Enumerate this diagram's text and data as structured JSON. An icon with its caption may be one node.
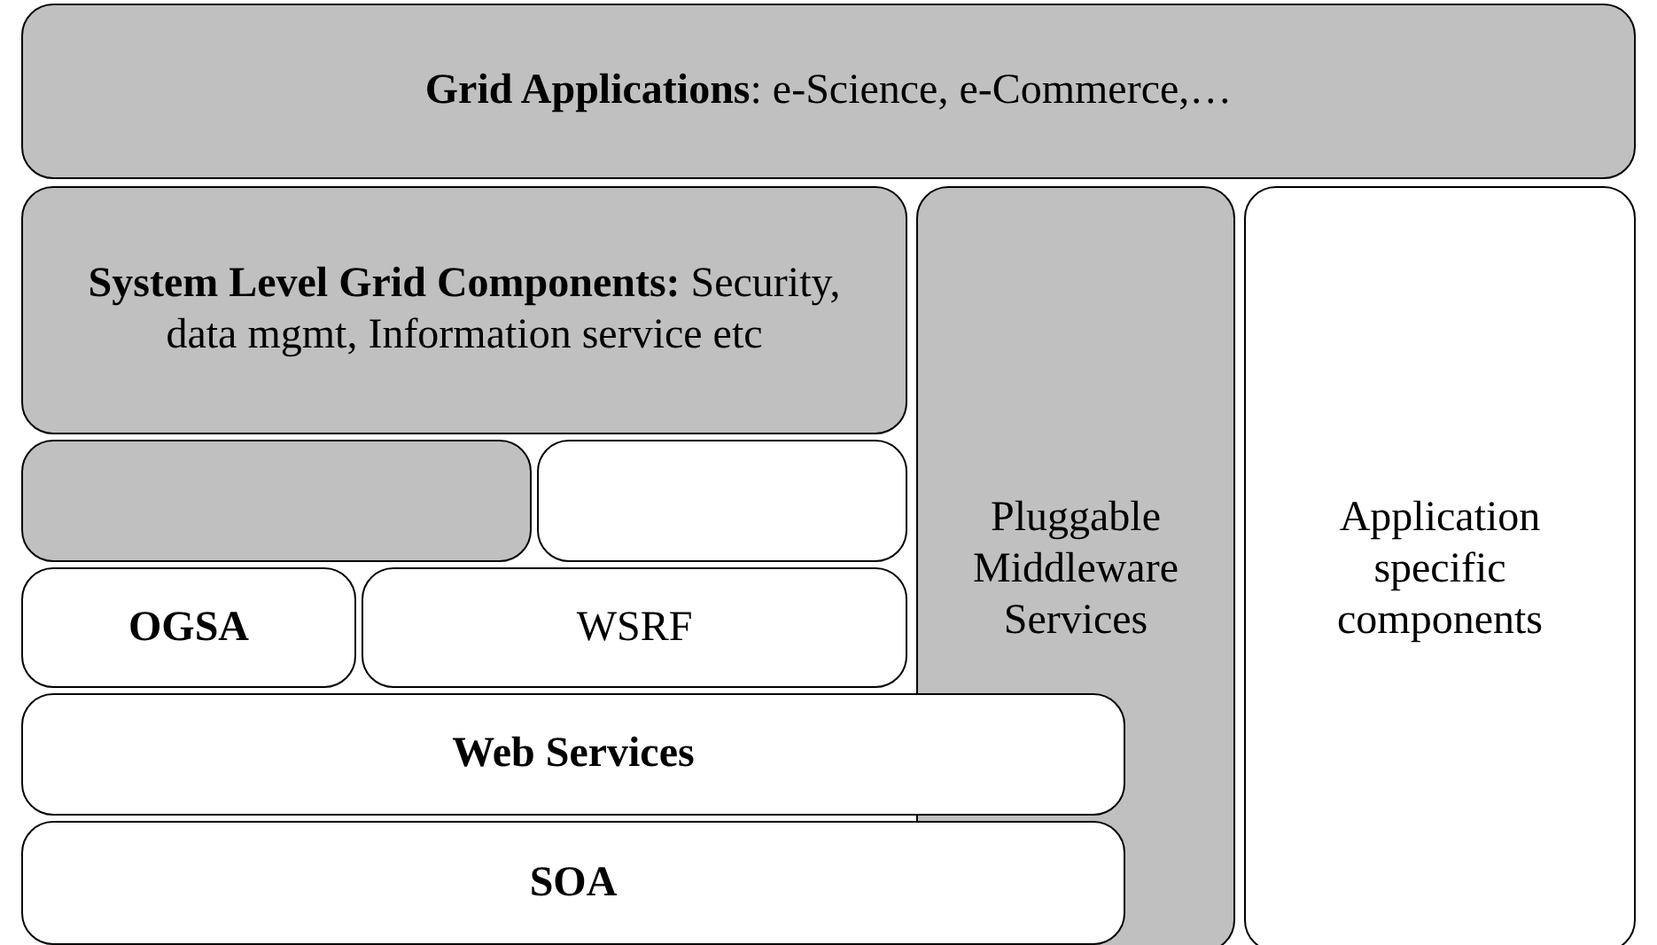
{
  "diagram": {
    "nodes": [
      {
        "text": [
          "**Grid Applications**: e-Science, e-Commerce,…"
        ]
      },
      {
        "text": [
          "**System Level Grid Components:** Security, data mgmt, Information service etc"
        ]
      },
      {
        "text": [
          "Pluggable Middleware Services"
        ]
      },
      {
        "text": [
          "Application specific components"
        ]
      },
      {
        "text": [],
        "shape": "box"
      },
      {
        "text": [],
        "shape": "box"
      },
      {
        "text": [
          "OGSA"
        ]
      },
      {
        "text": [
          "WSRF"
        ]
      },
      {
        "text": [
          "Web Services"
        ]
      },
      {
        "text": [
          "SOA"
        ]
      }
    ],
    "edges": []
  }
}
